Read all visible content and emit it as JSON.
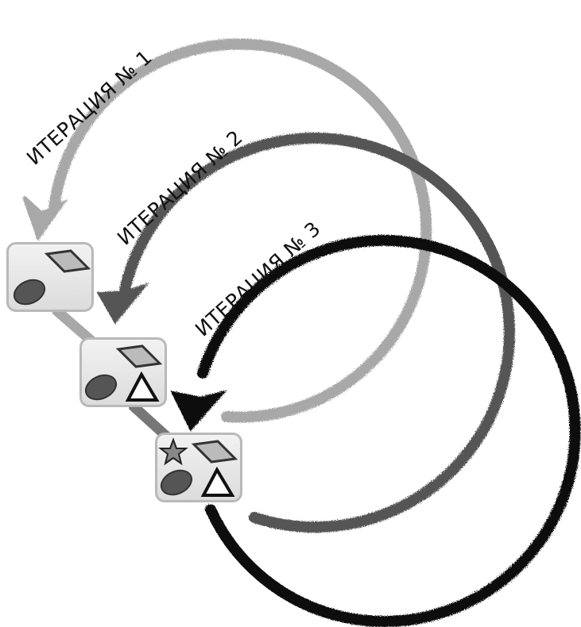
{
  "iterations": [
    {
      "label": "ИТЕРАЦИЯ № 1",
      "color": "#a8a8a8",
      "shapes": [
        "parallelogram",
        "ellipse"
      ]
    },
    {
      "label": "ИТЕРАЦИЯ № 2",
      "color": "#555555",
      "shapes": [
        "parallelogram",
        "ellipse",
        "triangle"
      ]
    },
    {
      "label": "ИТЕРАЦИЯ № 3",
      "color": "#111111",
      "shapes": [
        "star",
        "parallelogram",
        "ellipse",
        "triangle"
      ]
    }
  ]
}
